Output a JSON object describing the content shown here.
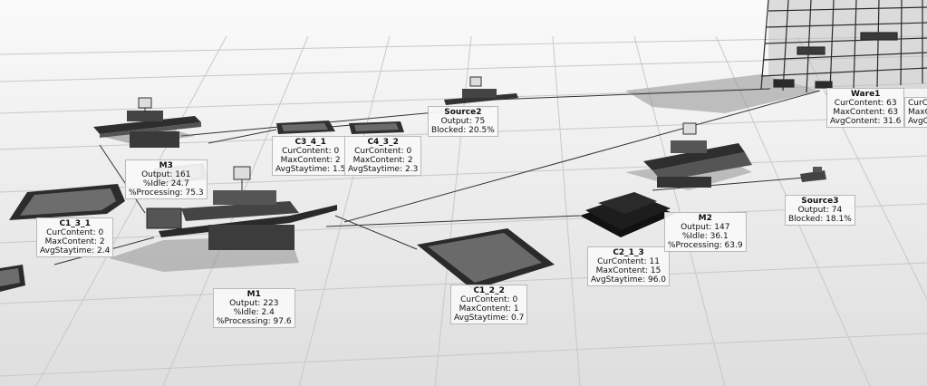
{
  "colors": {
    "floor": "#ececec",
    "grid": "#c4c4c4",
    "object_dark": "#2b2b2b",
    "label_bg": "#f8f8f8"
  },
  "objects": {
    "m3": {
      "name": "M3",
      "output": "Output: 161",
      "idle": "%Idle: 24.7",
      "processing": "%Processing: 75.3"
    },
    "c3_4_1": {
      "name": "C3_4_1",
      "cur": "CurContent: 0",
      "max": "MaxContent: 2",
      "avg": "AvgStaytime: 1.5"
    },
    "c4_3_2": {
      "name": "C4_3_2",
      "cur": "CurContent: 0",
      "max": "MaxContent: 2",
      "avg": "AvgStaytime: 2.3"
    },
    "source2": {
      "name": "Source2",
      "output": "Output: 75",
      "blocked": "Blocked: 20.5%"
    },
    "ware1": {
      "name": "Ware1",
      "cur": "CurContent: 63",
      "max": "MaxContent: 63",
      "avg": "AvgContent: 31.6"
    },
    "ware2": {
      "cur": "CurC",
      "max": "MaxC",
      "avg": "AvgC"
    },
    "c1_3_1": {
      "name": "C1_3_1",
      "cur": "CurContent: 0",
      "max": "MaxContent: 2",
      "avg": "AvgStaytime: 2.4"
    },
    "m1": {
      "name": "M1",
      "output": "Output: 223",
      "idle": "%Idle: 2.4",
      "processing": "%Processing: 97.6"
    },
    "c1_2_2": {
      "name": "C1_2_2",
      "cur": "CurContent: 0",
      "max": "MaxContent: 1",
      "avg": "AvgStaytime: 0.7"
    },
    "c2_1_3": {
      "name": "C2_1_3",
      "cur": "CurContent: 11",
      "max": "MaxContent: 15",
      "avg": "AvgStaytime: 96.0"
    },
    "m2": {
      "name": "M2",
      "output": "Output: 147",
      "idle": "%Idle: 36.1",
      "processing": "%Processing: 63.9"
    },
    "source3": {
      "name": "Source3",
      "output": "Output: 74",
      "blocked": "Blocked: 18.1%"
    }
  }
}
